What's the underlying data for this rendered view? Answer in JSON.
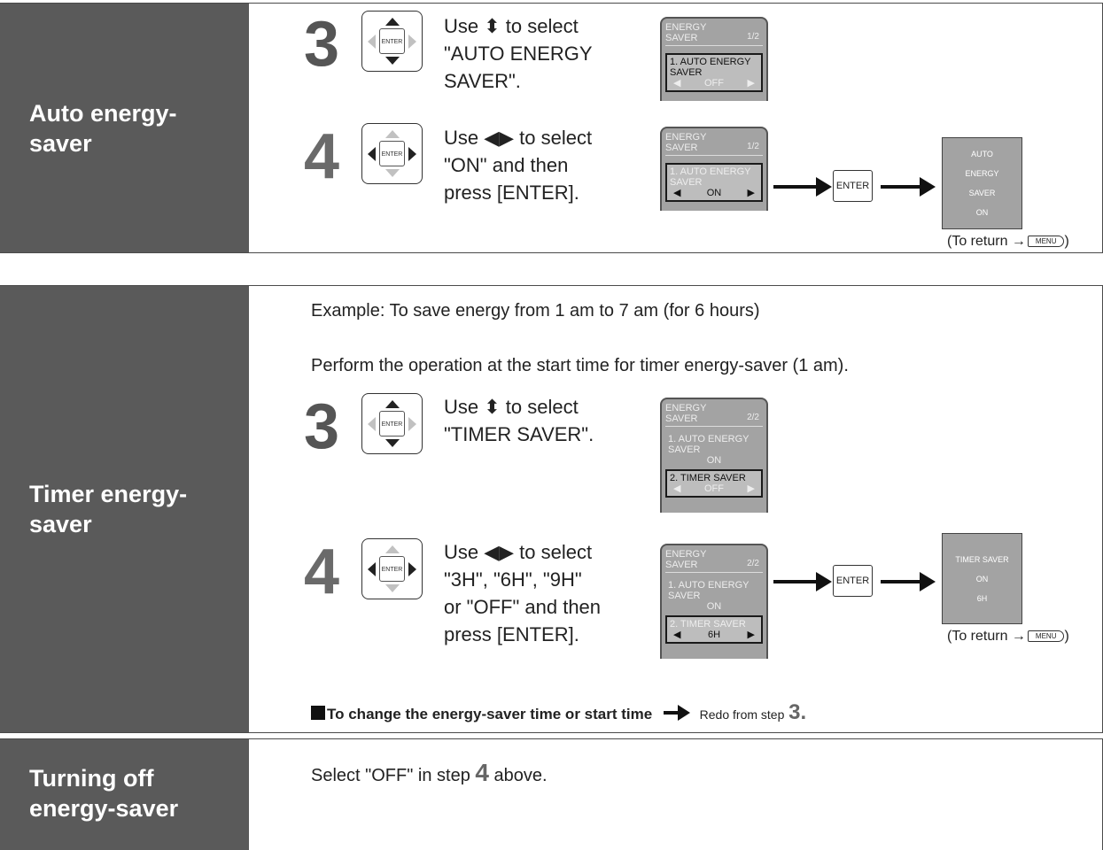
{
  "sections": {
    "auto": {
      "title": "Auto energy-\nsaver",
      "step3": {
        "number": "3",
        "instruction": "Use ⬍ to select\n\"AUTO ENERGY\nSAVER\".",
        "lcd": {
          "header": "ENERGY\nSAVER",
          "page": "1/2",
          "item_label": "1. AUTO ENERGY\n   SAVER",
          "item_value": "OFF"
        }
      },
      "step4": {
        "number": "4",
        "instruction": "Use ◀▶ to select\n\"ON\" and then\npress [ENTER].",
        "lcd": {
          "header": "ENERGY\nSAVER",
          "page": "1/2",
          "item_label": "1. AUTO ENERGY\n   SAVER",
          "item_value": "ON"
        },
        "enter_label": "ENTER",
        "result_lines": [
          "AUTO",
          "ENERGY",
          "SAVER",
          "ON"
        ],
        "return_text": "(To return →",
        "menu_label": "MENU",
        "return_close": ")"
      }
    },
    "timer": {
      "title": "Timer energy-\nsaver",
      "example": "Example: To save energy from 1 am to 7 am (for 6 hours)",
      "perform": "Perform the operation at the start time for timer energy-saver (1 am).",
      "step3": {
        "number": "3",
        "instruction": "Use ⬍ to select\n\"TIMER SAVER\".",
        "lcd": {
          "header": "ENERGY\nSAVER",
          "page": "2/2",
          "item1_label": "1. AUTO ENERGY\n   SAVER",
          "item1_value": "ON",
          "item2_label": "2. TIMER SAVER",
          "item2_value": "OFF"
        }
      },
      "step4": {
        "number": "4",
        "instruction": "Use ◀▶ to select\n\"3H\", \"6H\", \"9H\"\nor \"OFF\" and then\npress [ENTER].",
        "lcd": {
          "header": "ENERGY\nSAVER",
          "page": "2/2",
          "item1_label": "1. AUTO ENERGY\n   SAVER",
          "item1_value": "ON",
          "item2_label": "2. TIMER SAVER",
          "item2_value": "6H"
        },
        "enter_label": "ENTER",
        "result_lines": [
          "TIMER SAVER",
          "ON",
          "6H"
        ],
        "return_text": "(To return →",
        "menu_label": "MENU",
        "return_close": ")"
      },
      "note_bold": "To change the energy-saver time or start time",
      "note_text": "Redo from step",
      "note_step": "3."
    },
    "off": {
      "title": "Turning off\nenergy-saver",
      "text_before": "Select \"OFF\" in step",
      "step": "4",
      "text_after": "above."
    }
  },
  "dpad_center_label": "ENTER"
}
